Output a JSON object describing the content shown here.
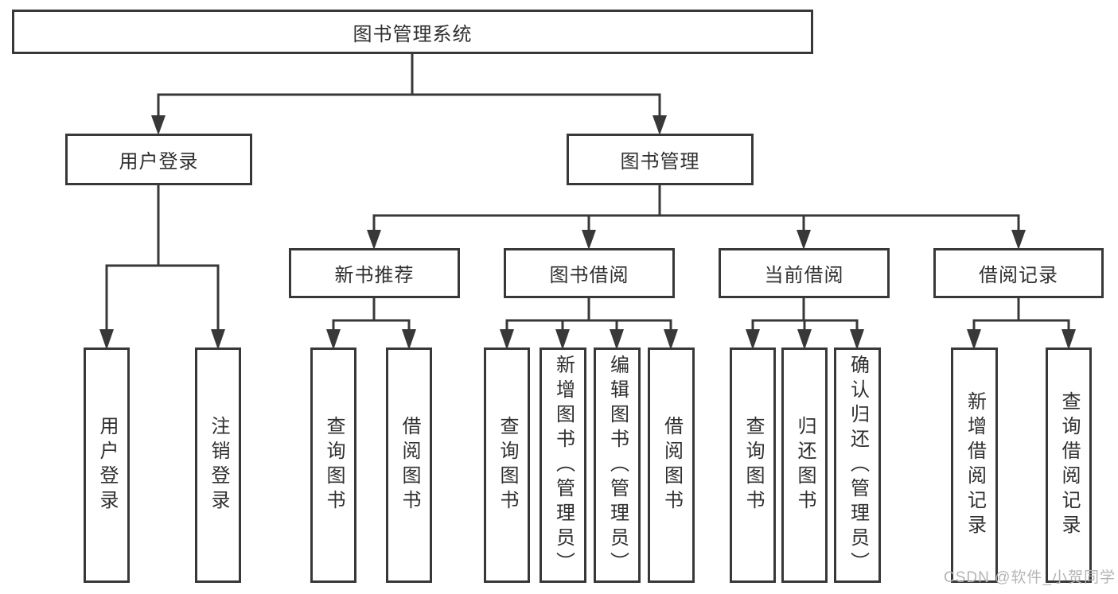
{
  "colors": {
    "line": "#383838",
    "text": "#2f2f2f",
    "box_fill": "#ffffff",
    "watermark": "#b5b5b5",
    "background": "#ffffff"
  },
  "watermark": {
    "text": "CSDN @软件_小贺同学"
  },
  "tree": {
    "label": "图书管理系统",
    "children": [
      {
        "label": "用户登录",
        "children": [
          {
            "label": "用户登录"
          },
          {
            "label": "注销登录"
          }
        ]
      },
      {
        "label": "图书管理",
        "children": [
          {
            "label": "新书推荐",
            "children": [
              {
                "label": "查询图书"
              },
              {
                "label": "借阅图书"
              }
            ]
          },
          {
            "label": "图书借阅",
            "children": [
              {
                "label": "查询图书"
              },
              {
                "label": "新增图书（管理员）"
              },
              {
                "label": "编辑图书（管理员）"
              },
              {
                "label": "借阅图书"
              }
            ]
          },
          {
            "label": "当前借阅",
            "children": [
              {
                "label": "查询图书"
              },
              {
                "label": "归还图书"
              },
              {
                "label": "确认归还（管理员）"
              }
            ]
          },
          {
            "label": "借阅记录",
            "children": [
              {
                "label": "新增借阅记录"
              },
              {
                "label": "查询借阅记录"
              }
            ]
          }
        ]
      }
    ]
  }
}
